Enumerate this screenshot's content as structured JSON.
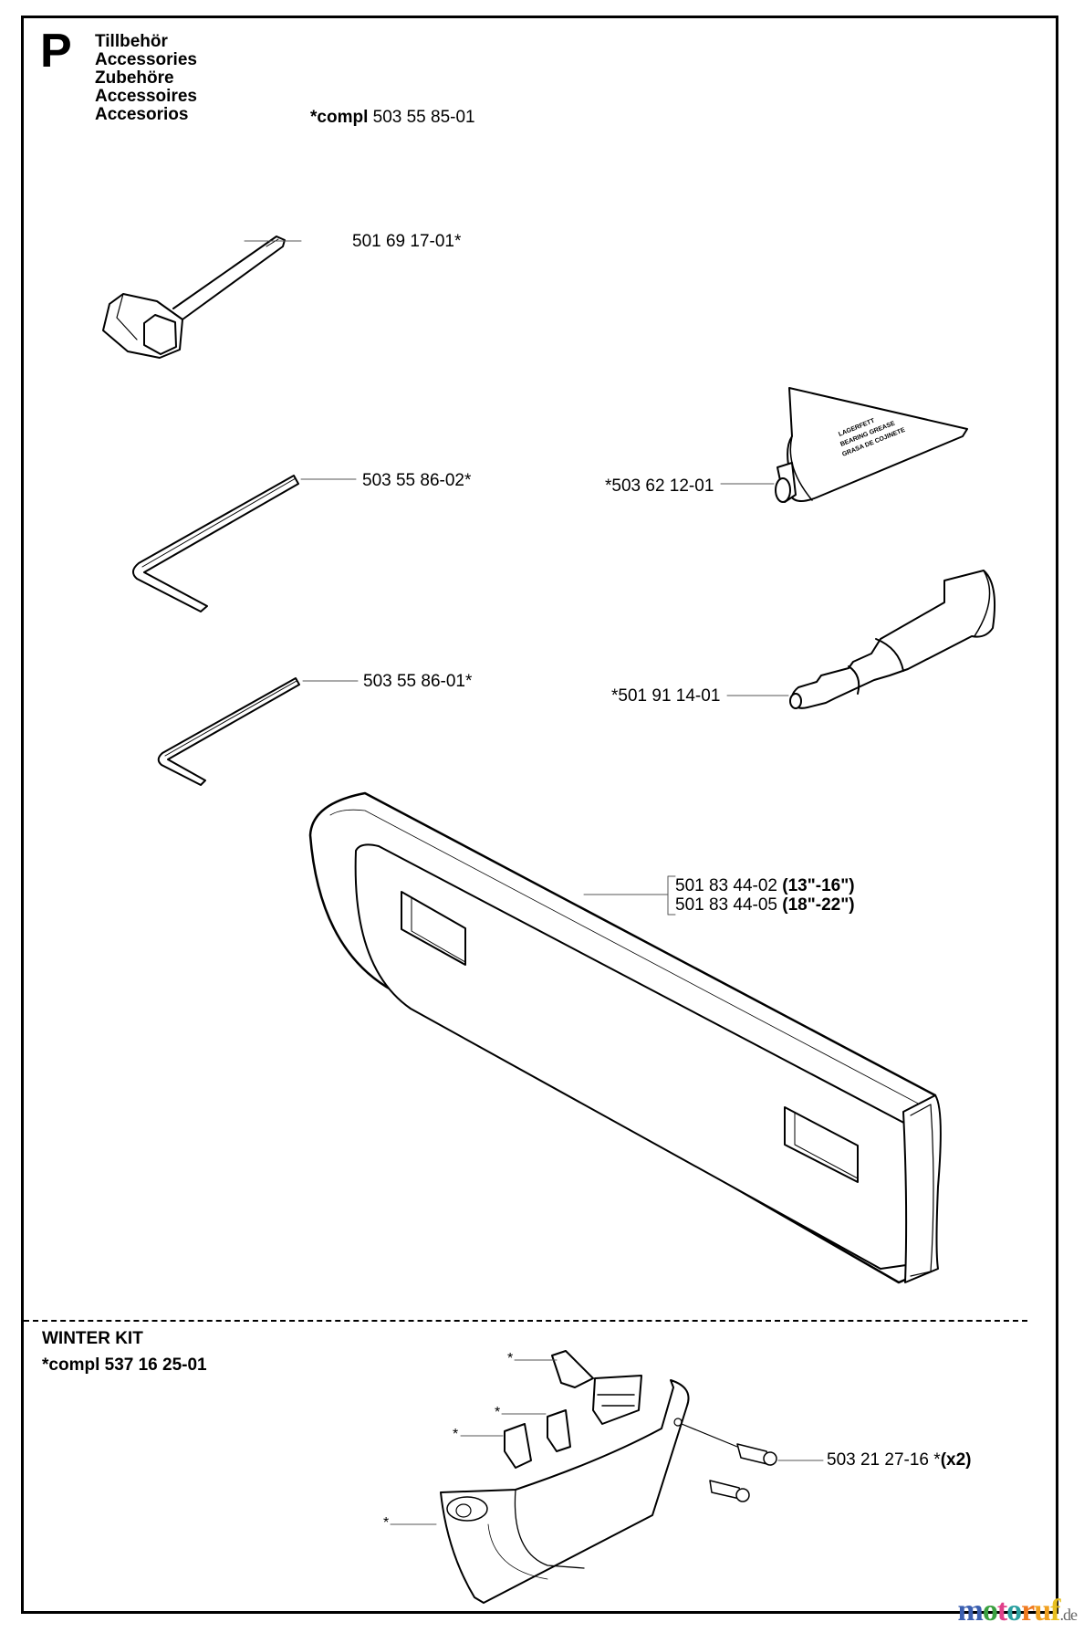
{
  "header": {
    "section_letter": "P",
    "titles": [
      "Tillbehör",
      "Accessories",
      "Zubehöre",
      "Accessoires",
      "Accesorios"
    ],
    "compl_prefix": "*compl",
    "compl_number": "503 55 85-01"
  },
  "parts": [
    {
      "name": "combination-wrench",
      "label": "501 69 17-01*"
    },
    {
      "name": "hex-key-large",
      "label": "503 55 86-02*"
    },
    {
      "name": "hex-key-small",
      "label": "503 55 86-01*"
    },
    {
      "name": "bearing-grease-tube",
      "label": "*503 62 12-01",
      "tube_text": [
        "LAGERFETT",
        "BEARING GREASE",
        "GRASA DE COJINETE"
      ]
    },
    {
      "name": "bearing-press-tool",
      "label": "*501 91 14-01"
    },
    {
      "name": "bar-guard",
      "labels": [
        {
          "number": "501 83 44-02",
          "size": "(13\"-16\")"
        },
        {
          "number": "501 83 44-05",
          "size": "(18\"-22\")"
        }
      ]
    }
  ],
  "winter_kit": {
    "title": "WINTER KIT",
    "compl_prefix": "*compl",
    "compl_number": "537 16 25-01",
    "callouts": [
      "*",
      "*",
      "*",
      "*"
    ],
    "screw_label_number": "503 21 27-16",
    "screw_label_star": "*",
    "screw_label_qty": "(x2)"
  },
  "watermark": {
    "letters": [
      {
        "ch": "m",
        "color": "#3b5fb0"
      },
      {
        "ch": "o",
        "color": "#3aa040"
      },
      {
        "ch": "t",
        "color": "#e0408a"
      },
      {
        "ch": "o",
        "color": "#2aa0a0"
      },
      {
        "ch": "r",
        "color": "#f07a20"
      },
      {
        "ch": "u",
        "color": "#f0a020"
      },
      {
        "ch": "f",
        "color": "#e8c020"
      }
    ],
    "suffix": ".de"
  }
}
